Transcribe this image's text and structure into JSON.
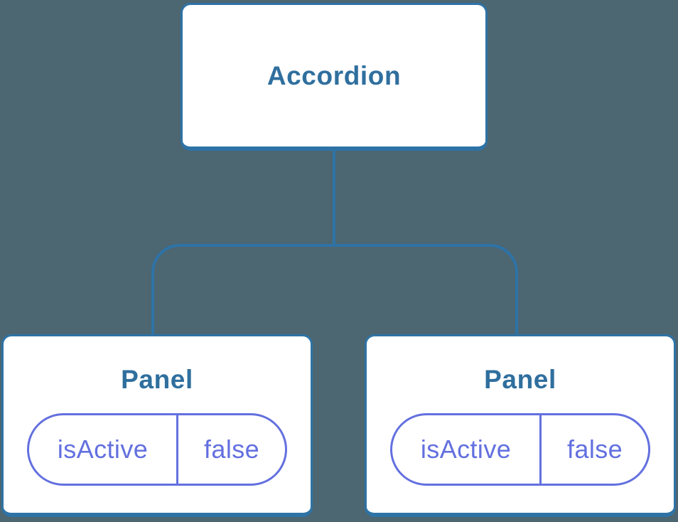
{
  "diagram": {
    "type": "component-tree",
    "colors": {
      "background": "#4C6672",
      "node_fill": "#ffffff",
      "node_border_blue": "#2E73A6",
      "label_blue": "#2F6F9E",
      "state_purple": "#6370DF"
    },
    "root": {
      "label": "Accordion"
    },
    "children": [
      {
        "label": "Panel",
        "state": {
          "key": "isActive",
          "value": "false"
        }
      },
      {
        "label": "Panel",
        "state": {
          "key": "isActive",
          "value": "false"
        }
      }
    ]
  }
}
